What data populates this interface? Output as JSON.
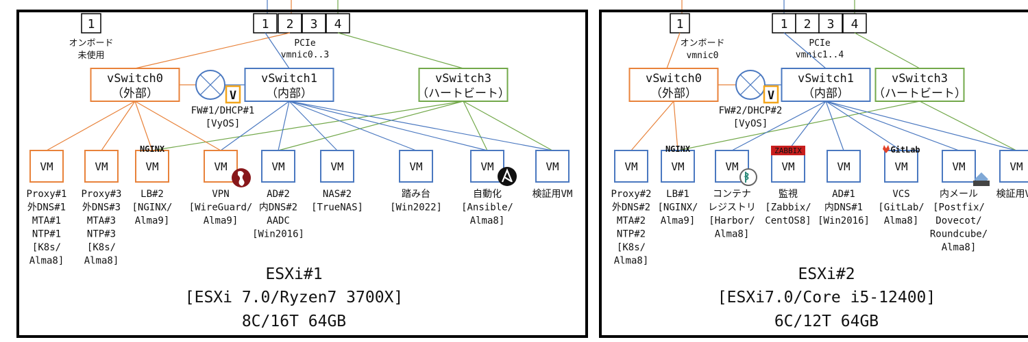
{
  "colors": {
    "external": "#e8823a",
    "internal": "#4a78c0",
    "heartbeat": "#72a84a",
    "frame": "#000000",
    "nginx": "#2aa13a",
    "zabbix": "#c81e1e",
    "gitlab": "#e24329",
    "vyos": "#f2a51c",
    "wireguard": "#88171a"
  },
  "hosts": [
    {
      "nics": [
        "1",
        "2",
        "3",
        "4"
      ],
      "onboard_port": "1",
      "onboard_label": [
        "オンボード",
        "未使用"
      ],
      "pcie_label": [
        "PCIe",
        "vmnic0..3"
      ],
      "vswitches": [
        {
          "name": "vSwitch0",
          "sub": "（外部）"
        },
        {
          "name": "vSwitch1",
          "sub": "（内部）"
        },
        {
          "name": "vSwitch3",
          "sub": "（ハートビート）"
        }
      ],
      "router": {
        "badge": "V",
        "label": [
          "FW#1/DHCP#1",
          "[VyOS]"
        ]
      },
      "vms": [
        {
          "box": "VM",
          "badge": "",
          "lines": [
            "Proxy#1",
            "外DNS#1",
            "MTA#1",
            "NTP#1",
            "[K8s/",
            "Alma8]"
          ]
        },
        {
          "box": "VM",
          "badge": "",
          "lines": [
            "Proxy#3",
            "外DNS#3",
            "MTA#3",
            "NTP#3",
            "[K8s/",
            "Alma8]"
          ]
        },
        {
          "box": "VM",
          "badge": "NGINX",
          "lines": [
            "LB#2",
            "[NGINX/",
            "Alma9]"
          ]
        },
        {
          "box": "VM",
          "badge": "",
          "lines": [
            "VPN",
            "[WireGuard/",
            "Alma9]"
          ]
        },
        {
          "box": "VM",
          "badge": "",
          "lines": [
            "AD#2",
            "内DNS#2",
            "AADC",
            "[Win2016]"
          ]
        },
        {
          "box": "VM",
          "badge": "",
          "lines": [
            "NAS#2",
            "[TrueNAS]"
          ]
        },
        {
          "box": "VM",
          "badge": "",
          "lines": [
            "踏み台",
            "[Win2022]"
          ]
        },
        {
          "box": "VM",
          "badge": "",
          "lines": [
            "自動化",
            "[Ansible/",
            "Alma8]"
          ]
        },
        {
          "box": "VM",
          "badge": "",
          "lines": [
            "検証用VM"
          ]
        }
      ],
      "title": [
        "ESXi#1",
        "[ESXi 7.0/Ryzen7 3700X]",
        "8C/16T 64GB"
      ]
    },
    {
      "nics": [
        "1",
        "2",
        "3",
        "4"
      ],
      "onboard_port": "1",
      "onboard_label": [
        "オンボード",
        "vmnic0"
      ],
      "pcie_label": [
        "PCIe",
        "vmnic1..4"
      ],
      "vswitches": [
        {
          "name": "vSwitch0",
          "sub": "（外部）"
        },
        {
          "name": "vSwitch1",
          "sub": "（内部）"
        },
        {
          "name": "vSwitch3",
          "sub": "（ハートビート）"
        }
      ],
      "router": {
        "badge": "V",
        "label": [
          "FW#2/DHCP#2",
          "[VyOS]"
        ]
      },
      "vms": [
        {
          "box": "VM",
          "badge": "",
          "lines": [
            "Proxy#2",
            "外DNS#2",
            "MTA#2",
            "NTP#2",
            "[K8s/",
            "Alma8]"
          ]
        },
        {
          "box": "VM",
          "badge": "NGINX",
          "lines": [
            "LB#1",
            "[NGINX/",
            "Alma9]"
          ]
        },
        {
          "box": "VM",
          "badge": "",
          "lines": [
            "コンテナ",
            "レジストリ",
            "[Harbor/",
            "Alma8]"
          ]
        },
        {
          "box": "VM",
          "badge": "ZABBIX",
          "lines": [
            "監視",
            "[Zabbix/",
            "CentOS8]"
          ]
        },
        {
          "box": "VM",
          "badge": "",
          "lines": [
            "AD#1",
            "内DNS#1",
            "[Win2016]"
          ]
        },
        {
          "box": "VM",
          "badge": "GitLab",
          "lines": [
            "VCS",
            "[GitLab/",
            "Alma8]"
          ]
        },
        {
          "box": "VM",
          "badge": "",
          "lines": [
            "内メール",
            "[Postfix/",
            "Dovecot/",
            "Roundcube/",
            "Alma8]"
          ]
        },
        {
          "box": "VM",
          "badge": "",
          "lines": [
            "検証用VM"
          ]
        }
      ],
      "title": [
        "ESXi#2",
        "[ESXi7.0/Core i5-12400]",
        "6C/12T 64GB"
      ]
    }
  ]
}
